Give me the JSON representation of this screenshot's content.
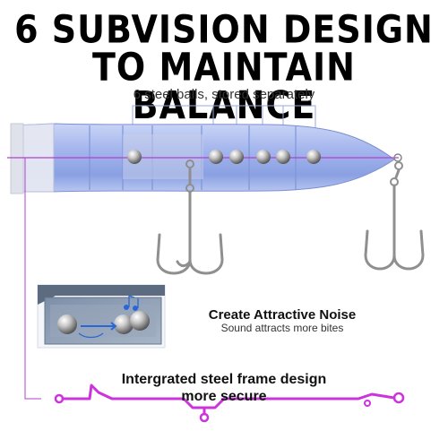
{
  "headline": {
    "line1": "6 SUBVISION DESIGN",
    "line2": "TO MAINTAIN BALANCE"
  },
  "balls_caption": "6 steel balls, stored separately",
  "noise": {
    "title": "Create Attractive Noise",
    "subtitle": "Sound attracts more bites"
  },
  "frame": {
    "line1": "Intergrated steel frame design",
    "line2": "more secure"
  },
  "colors": {
    "lure_body": "#9fb3ee",
    "lure_dark": "#6f87d8",
    "accent_purple": "#b43fd0",
    "frame_magenta": "#cc33dd",
    "steel": "#9a9a9a"
  },
  "icons": [
    "steel-ball-icon",
    "treble-hook-icon",
    "music-note-icon"
  ]
}
